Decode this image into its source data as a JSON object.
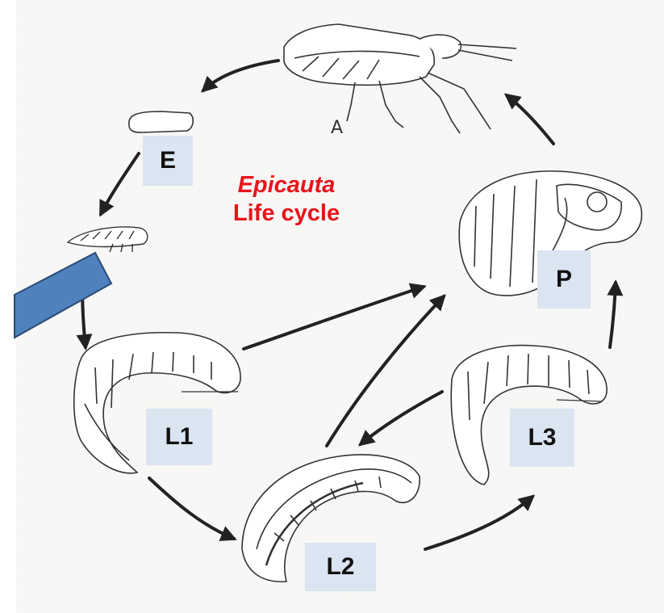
{
  "title": {
    "genus": "Epicauta",
    "subtitle": "Life cycle"
  },
  "adult_label": "A",
  "stages": {
    "egg": "E",
    "l1": "L1",
    "l2": "L2",
    "l3": "L3",
    "pupa": "P"
  },
  "colors": {
    "title": "#e8141b",
    "label_box": "#dbe5f1",
    "pointer_fill": "#4f81bd",
    "pointer_stroke": "#2a4a75",
    "ink": "#222222",
    "background": "#ffffff"
  }
}
